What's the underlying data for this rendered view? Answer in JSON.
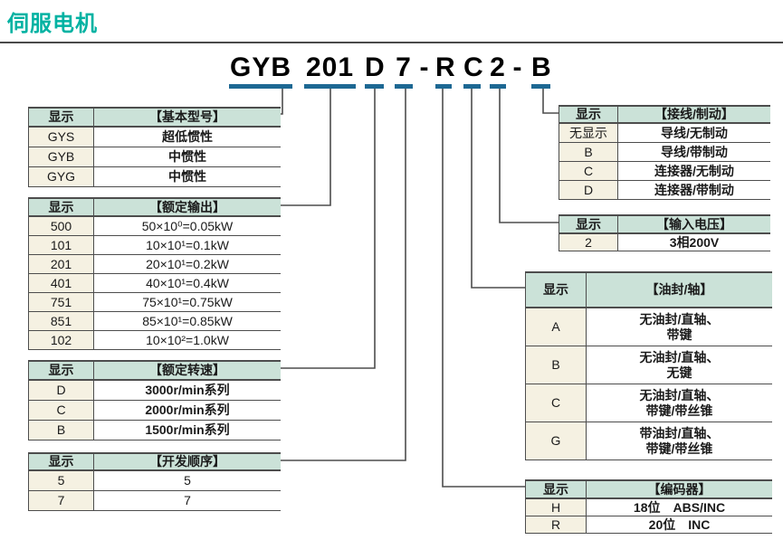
{
  "page": {
    "title": "伺服电机"
  },
  "model_number": {
    "full": "GYB 201 D 7 - R C 2 - B",
    "segments": [
      {
        "text": "GYB",
        "underlined": true
      },
      {
        "text": "201",
        "underlined": true
      },
      {
        "text": "D",
        "underlined": true
      },
      {
        "text": "7",
        "underlined": true
      },
      {
        "text": "-",
        "underlined": false
      },
      {
        "text": "R",
        "underlined": true
      },
      {
        "text": "C",
        "underlined": true
      },
      {
        "text": "2",
        "underlined": true
      },
      {
        "text": "-",
        "underlined": false
      },
      {
        "text": "B",
        "underlined": true
      }
    ]
  },
  "tables": [
    {
      "id": "basic-model",
      "display_header": "显示",
      "title": "【基本型号】",
      "rows": [
        [
          "GYS",
          "超低惯性"
        ],
        [
          "GYB",
          "中惯性"
        ],
        [
          "GYG",
          "中惯性"
        ]
      ]
    },
    {
      "id": "rated-output",
      "display_header": "显示",
      "title": "【额定输出】",
      "rows": [
        [
          "500",
          "50×10⁰=0.05kW"
        ],
        [
          "101",
          "10×10¹=0.1kW"
        ],
        [
          "201",
          "20×10¹=0.2kW"
        ],
        [
          "401",
          "40×10¹=0.4kW"
        ],
        [
          "751",
          "75×10¹=0.75kW"
        ],
        [
          "851",
          "85×10¹=0.85kW"
        ],
        [
          "102",
          "10×10²=1.0kW"
        ]
      ]
    },
    {
      "id": "rated-speed",
      "display_header": "显示",
      "title": "【额定转速】",
      "rows": [
        [
          "D",
          "3000r/min系列"
        ],
        [
          "C",
          "2000r/min系列"
        ],
        [
          "B",
          "1500r/min系列"
        ]
      ]
    },
    {
      "id": "dev-sequence",
      "display_header": "显示",
      "title": "【开发顺序】",
      "rows": [
        [
          "5",
          "5"
        ],
        [
          "7",
          "7"
        ]
      ]
    },
    {
      "id": "wiring-brake",
      "display_header": "显示",
      "title": "【接线/制动】",
      "rows": [
        [
          "无显示",
          "导线/无制动"
        ],
        [
          "B",
          "导线/带制动"
        ],
        [
          "C",
          "连接器/无制动"
        ],
        [
          "D",
          "连接器/带制动"
        ]
      ]
    },
    {
      "id": "input-voltage",
      "display_header": "显示",
      "title": "【输入电压】",
      "rows": [
        [
          "2",
          "3相200V"
        ]
      ]
    },
    {
      "id": "oil-seal-shaft",
      "display_header": "显示",
      "title": "【油封/轴】",
      "rows": [
        [
          "A",
          "无油封/直轴、\n带键"
        ],
        [
          "B",
          "无油封/直轴、\n无键"
        ],
        [
          "C",
          "无油封/直轴、\n带键/带丝锥"
        ],
        [
          "G",
          "带油封/直轴、\n带键/带丝锥"
        ]
      ]
    },
    {
      "id": "encoder",
      "display_header": "显示",
      "title": "【编码器】",
      "rows": [
        [
          "H",
          "18位 ABS/INC"
        ],
        [
          "R",
          "20位 INC"
        ]
      ]
    }
  ],
  "colors": {
    "title_teal": "#00b2a2",
    "underline_blue": "#1d6893",
    "header_bg": "#cbe2d8",
    "code_cell_bg": "#f5f1e2",
    "border_gray": "#4d4d4d"
  }
}
